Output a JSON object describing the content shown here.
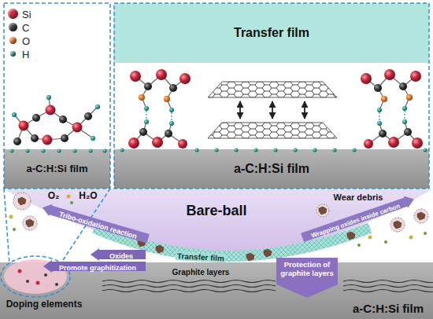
{
  "diagram": {
    "nodes": [
      {
        "text": [
          "Transfer film"
        ]
      },
      {
        "text": [
          "a-C:H:Si film"
        ]
      },
      {
        "text": [
          "a-C:H:Si film"
        ]
      },
      {
        "text": [
          "Bare-ball"
        ]
      },
      {
        "text": [
          "Protection of graphite layers"
        ]
      },
      {
        "text": [
          "a-C:H:Si film"
        ]
      }
    ],
    "labels": [
      "O₂",
      "H₂O",
      "Wear debris",
      "Tribo-oxidation reaction",
      "Transfer film",
      "Oxides",
      "Wrapping oxides inside carbon",
      "Promote graphitization",
      "Graphite layers",
      "Doping elements"
    ],
    "legend": [
      {
        "text": "Si",
        "color": "#c8283c"
      },
      {
        "text": "C",
        "color": "#3c3c3c"
      },
      {
        "text": "O",
        "color": "#e8762a"
      },
      {
        "text": "H",
        "color": "#2aa198"
      }
    ]
  }
}
